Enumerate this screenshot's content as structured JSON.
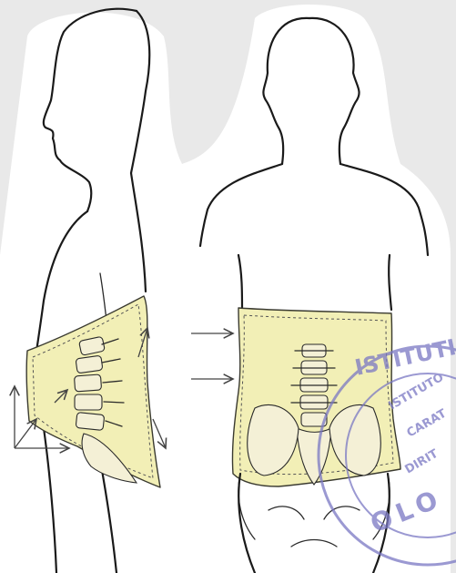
{
  "colors": {
    "background": "#e9e9e9",
    "paper": "#ffffff",
    "brace": "#f2efb6",
    "stamp": "#7a78c4"
  },
  "stamp": {
    "ring_text": "ISTITUTI",
    "inner_lines": [
      "ISTITUTO",
      "CARAT",
      "DIRIT"
    ],
    "bottom_text": "OLO"
  },
  "icons": [
    "axes-icon",
    "arrow-icon"
  ]
}
